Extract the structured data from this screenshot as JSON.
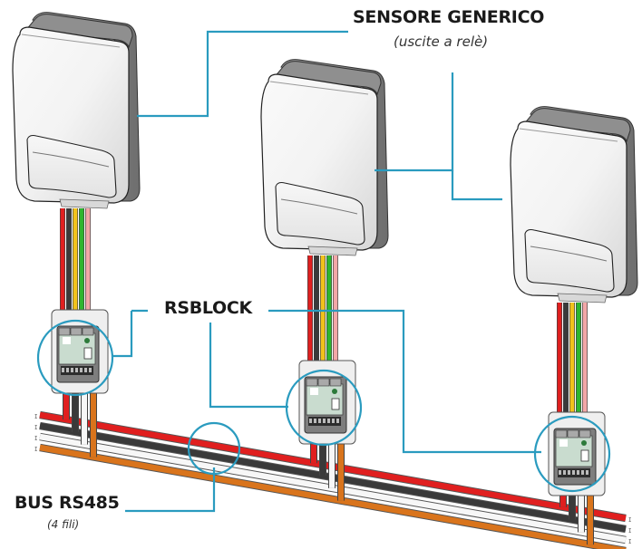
{
  "labels": {
    "sensor_title": "SENSORE GENERICO",
    "sensor_subtitle": "(uscite a relè)",
    "module_title": "RSBLOCK",
    "bus_title": "BUS RS485",
    "bus_subtitle": "(4 fili)"
  },
  "colors": {
    "leader_line": "#2a9bbf",
    "sensor_body": "#f2f2f2",
    "sensor_back": "#8d8d8d",
    "module_body": "#dfe6e1",
    "module_face": "#c9dccf",
    "wire_red": "#e01f1f",
    "wire_black": "#3a3a3a",
    "wire_yellow": "#f2c21b",
    "wire_green": "#2fb52f",
    "wire_pink": "#f2a7a7",
    "wire_white": "#f7f7f7",
    "wire_orange": "#d9741c"
  },
  "sensors": [
    {
      "id": "sensor-1"
    },
    {
      "id": "sensor-2"
    },
    {
      "id": "sensor-3"
    }
  ],
  "modules": [
    {
      "id": "rsblock-1"
    },
    {
      "id": "rsblock-2"
    },
    {
      "id": "rsblock-3"
    }
  ],
  "sensor_wires": [
    "red",
    "black",
    "yellow",
    "green",
    "pink"
  ],
  "bus_wires": [
    "red",
    "black",
    "white",
    "orange"
  ]
}
